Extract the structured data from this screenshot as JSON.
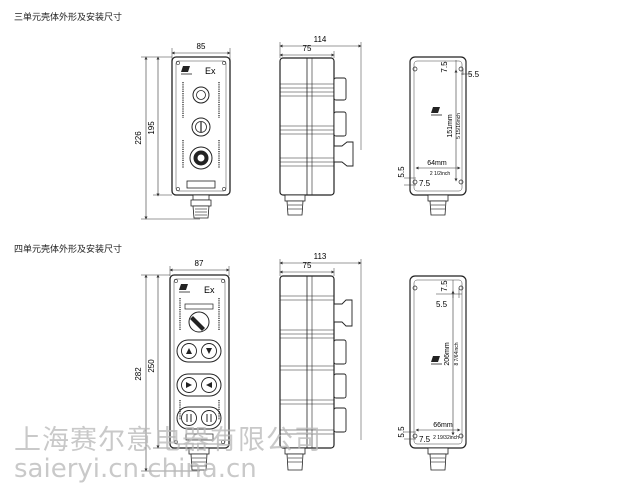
{
  "sections": [
    {
      "heading": "三单元壳体外形及安装尺寸",
      "front": {
        "width": "85",
        "height_outer": "226",
        "height_inner": "195",
        "mark": "Ex"
      },
      "side": {
        "width_total": "114",
        "width_body": "75"
      },
      "mount": {
        "dim_top_right": "7.5",
        "dim_top_far": "5.5",
        "hole_spacing": "151mm",
        "hole_spacing_inch": "5 15/16inch",
        "hole_width": "64mm",
        "hole_width_inch": "2 1/2inch",
        "dim_bottom_left_a": "5.5",
        "dim_bottom_left_b": "7.5"
      }
    },
    {
      "heading": "四单元壳体外形及安装尺寸",
      "front": {
        "width": "87",
        "height_outer": "282",
        "height_inner": "250",
        "mark": "Ex"
      },
      "side": {
        "width_total": "113",
        "width_body": "75"
      },
      "mount": {
        "dim_top_right": "7.5",
        "dim_top_left": "5.5",
        "hole_spacing": "206mm",
        "hole_spacing_inch": "8 7/64inch",
        "hole_width": "66mm",
        "hole_width_inch": "2 19/32inch",
        "dim_bottom_left_a": "5.5",
        "dim_bottom_left_b": "7.5"
      }
    }
  ],
  "watermark": {
    "line1": "上海赛尔意电器有限公司",
    "line2": "saieryi.cn.china.cn"
  }
}
